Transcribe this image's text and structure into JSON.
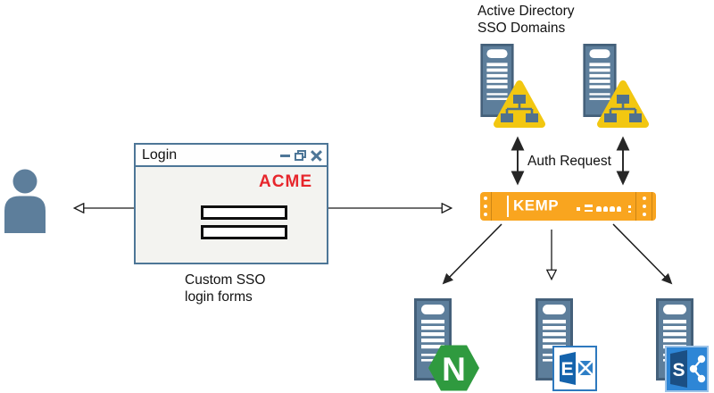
{
  "diagram": {
    "labels": {
      "ad_line1": "Active Directory",
      "ad_line2": "SSO Domains",
      "auth_request": "Auth Request",
      "custom_sso_line1": "Custom SSO",
      "custom_sso_line2": "login forms"
    },
    "login_window": {
      "title": "Login",
      "brand": "ACME",
      "username_value": "",
      "password_value": ""
    },
    "kemp": {
      "brand": "KEMP"
    },
    "backend_logos": {
      "nginx_letter": "N",
      "exchange_letter": "E",
      "sharepoint_letter": "S"
    },
    "colors": {
      "steel_blue": "#5d7e9b",
      "steel_blue_dark": "#44607a",
      "hierarchy_glyph": "#51718c",
      "triangle_yellow": "#f2c711",
      "kemp_orange": "#f9a51f",
      "acme_red": "#e7262c",
      "window_chrome": "#4d7697",
      "nginx_green": "#2f9a3f",
      "exchange_dark_blue": "#1463ac",
      "exchange_mid_blue": "#2e7fc6",
      "ms_tile_border": "#2e79be",
      "sharepoint_navy": "#1b4f84",
      "sharepoint_blue": "#2e86d6",
      "arrow_dark": "#1a1a1a"
    },
    "icons": {
      "user": "user-icon",
      "server": "server-tower-icon",
      "ad_domain": "ad-domain-triangle-icon",
      "load_balancer": "kemp-appliance-icon",
      "window_minimize": "minimize-icon",
      "window_restore": "restore-icon",
      "window_close": "close-icon",
      "nginx": "nginx-logo",
      "exchange": "exchange-logo",
      "sharepoint": "sharepoint-logo"
    }
  }
}
